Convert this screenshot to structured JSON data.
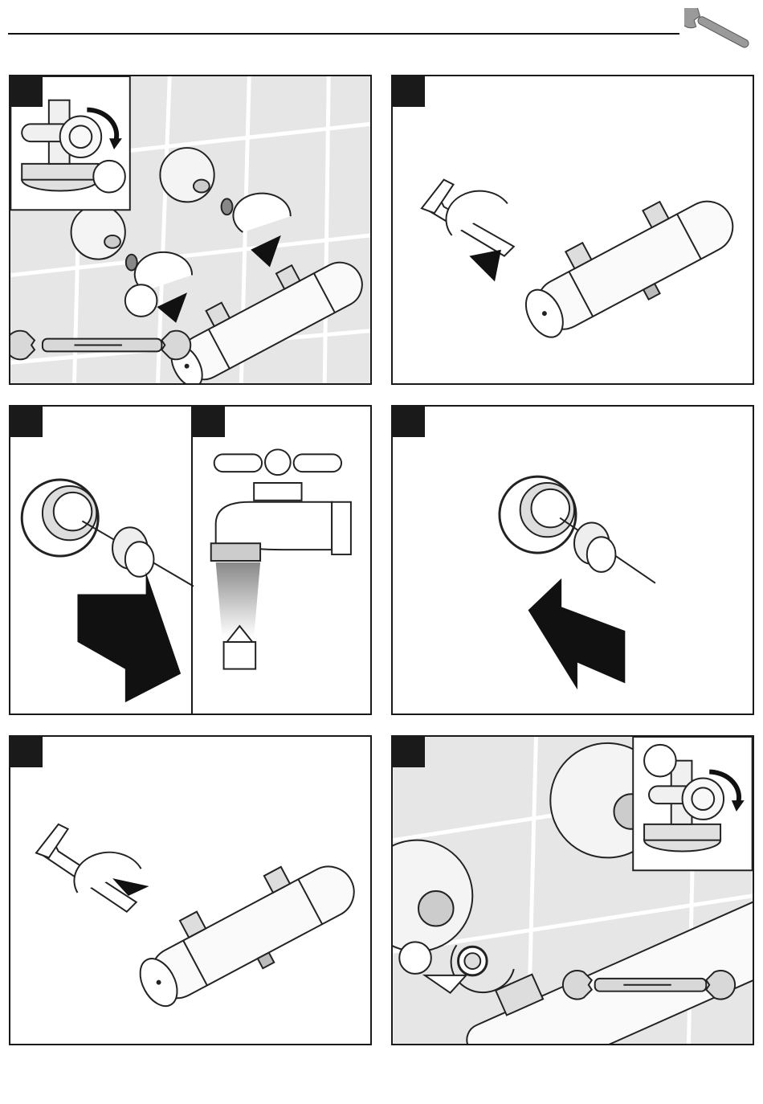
{
  "header": {
    "icon": "wrench-icon"
  },
  "panels": [
    {
      "id": "panel-1",
      "steps": [
        ""
      ]
    },
    {
      "id": "panel-2",
      "steps": [
        ""
      ]
    },
    {
      "id": "panel-3",
      "steps": [
        "",
        ""
      ]
    },
    {
      "id": "panel-4",
      "steps": [
        ""
      ]
    },
    {
      "id": "panel-5",
      "steps": [
        ""
      ]
    },
    {
      "id": "panel-6",
      "steps": [
        ""
      ]
    }
  ]
}
